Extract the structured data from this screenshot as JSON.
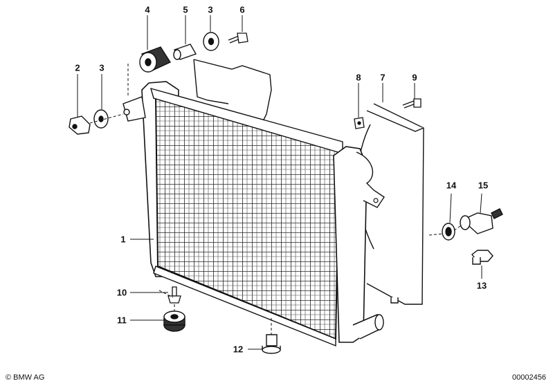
{
  "callouts": [
    {
      "id": "1",
      "text": "1"
    },
    {
      "id": "2",
      "text": "2"
    },
    {
      "id": "3a",
      "text": "3"
    },
    {
      "id": "3b",
      "text": "3"
    },
    {
      "id": "4",
      "text": "4"
    },
    {
      "id": "5",
      "text": "5"
    },
    {
      "id": "6",
      "text": "6"
    },
    {
      "id": "7",
      "text": "7"
    },
    {
      "id": "8",
      "text": "8"
    },
    {
      "id": "9",
      "text": "9"
    },
    {
      "id": "10",
      "text": "10"
    },
    {
      "id": "11",
      "text": "11"
    },
    {
      "id": "12",
      "text": "12"
    },
    {
      "id": "13",
      "text": "13"
    },
    {
      "id": "14",
      "text": "14"
    },
    {
      "id": "15",
      "text": "15"
    }
  ],
  "footer": {
    "copyright": "© BMW AG",
    "doc_id": "00002456"
  },
  "colors": {
    "ink": "#111111",
    "paper": "#ffffff",
    "shade": "#2a2a2a"
  }
}
